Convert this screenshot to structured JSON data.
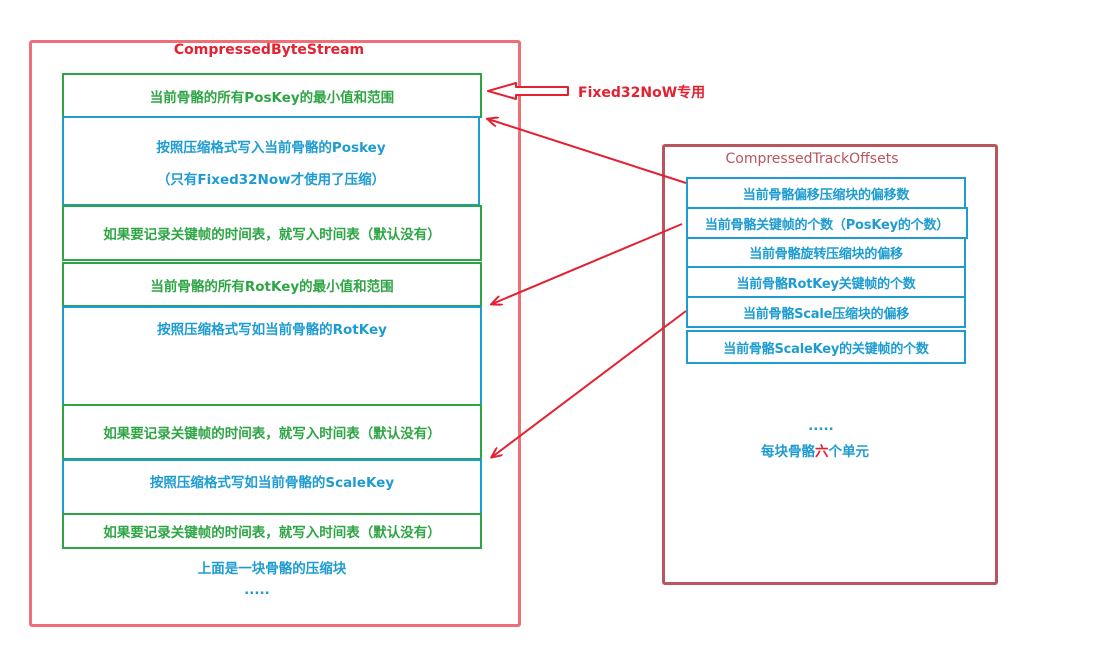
{
  "left_panel": {
    "title": "CompressedByteStream",
    "segments": [
      {
        "lines": [
          "当前骨骼的所有PosKey的最小值和范围"
        ],
        "color": "green"
      },
      {
        "lines": [
          "按照压缩格式写入当前骨骼的Poskey",
          "（只有Fixed32Now才使用了压缩）"
        ],
        "color": "blue"
      },
      {
        "lines": [
          "如果要记录关键帧的时间表，就写入时间表（默认没有）"
        ],
        "color": "green"
      },
      {
        "lines": [
          "当前骨骼的所有RotKey的最小值和范围"
        ],
        "color": "green"
      },
      {
        "lines": [
          "按照压缩格式写如当前骨骼的RotKey"
        ],
        "color": "blue"
      },
      {
        "lines": [
          "如果要记录关键帧的时间表，就写入时间表（默认没有）"
        ],
        "color": "green"
      },
      {
        "lines": [
          "按照压缩格式写如当前骨骼的ScaleKey"
        ],
        "color": "blue"
      },
      {
        "lines": [
          "如果要记录关键帧的时间表，就写入时间表（默认没有）"
        ],
        "color": "green"
      }
    ],
    "caption": "上面是一块骨骼的压缩块",
    "ellipsis": "....."
  },
  "right_panel": {
    "title": "CompressedTrackOffsets",
    "cells": [
      "当前骨骼偏移压缩块的偏移数",
      "当前骨骼关键帧的个数（PosKey的个数）",
      "当前骨骼旋转压缩块的偏移",
      "当前骨骼RotKey关键帧的个数",
      "当前骨骼Scale压缩块的偏移",
      "当前骨骼ScaleKey的关键帧的个数"
    ],
    "ellipsis": ".....",
    "caption_pre": "每块骨骼",
    "caption_num": "六",
    "caption_post": "个单元"
  },
  "annotation": {
    "label": "Fixed32NoW专用"
  },
  "colors": {
    "red": "#e32131",
    "green": "#2ea544",
    "blue": "#1e9cd1",
    "outer_left": "#ee6f78",
    "outer_right": "#b9555d"
  }
}
